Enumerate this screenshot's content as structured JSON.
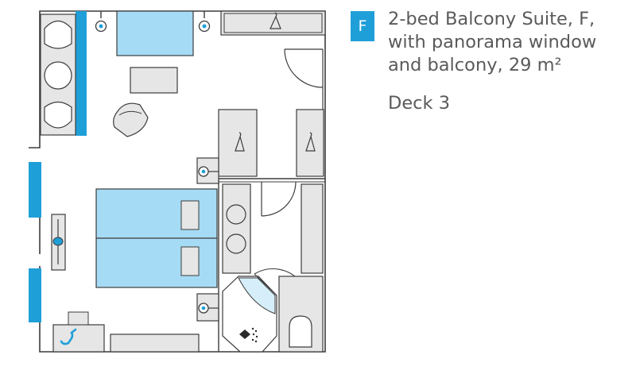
{
  "cabin": {
    "category_badge": "F",
    "title_lines": [
      "2-bed Balcony Suite, F,",
      "with panorama window",
      "and balcony, 29 m²"
    ],
    "deck": "Deck 3"
  },
  "colors": {
    "accent_blue": "#1f9fd8",
    "light_blue": "#a6dbf5",
    "wall_gray": "#3c3c3c",
    "fill_gray": "#e6e6e6",
    "text_gray": "#5a5a5a"
  },
  "icons": {
    "shower": "shower-icon",
    "toilet": "toilet-icon",
    "hanger": "hanger-icon",
    "lamp": "wall-lamp-icon"
  }
}
